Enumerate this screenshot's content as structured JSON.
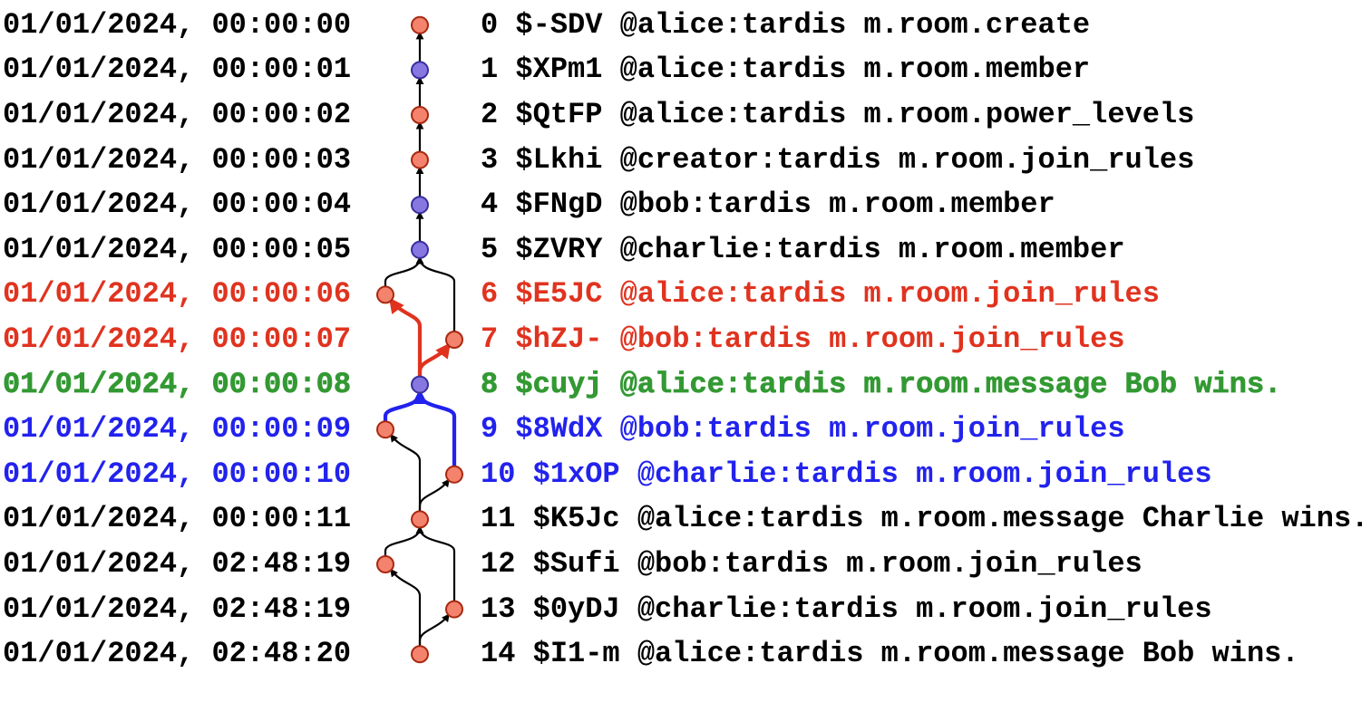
{
  "colors": {
    "black": "#000000",
    "red": "#e0331f",
    "green": "#339933",
    "blue": "#2222ee",
    "node_salmon_fill": "#f4836d",
    "node_salmon_stroke": "#a82912",
    "node_purple_fill": "#8678e0",
    "node_purple_stroke": "#3a2f9e"
  },
  "events": [
    {
      "time": "01/01/2024, 00:00:00",
      "label": "0 $-SDV @alice:tardis m.room.create",
      "color": "black",
      "bold": false,
      "node": "salmon",
      "lane": "center"
    },
    {
      "time": "01/01/2024, 00:00:01",
      "label": "1 $XPm1 @alice:tardis m.room.member",
      "color": "black",
      "bold": false,
      "node": "purple",
      "lane": "center"
    },
    {
      "time": "01/01/2024, 00:00:02",
      "label": "2 $QtFP @alice:tardis m.room.power_levels",
      "color": "black",
      "bold": false,
      "node": "salmon",
      "lane": "center"
    },
    {
      "time": "01/01/2024, 00:00:03",
      "label": "3 $Lkhi @creator:tardis m.room.join_rules",
      "color": "black",
      "bold": false,
      "node": "salmon",
      "lane": "center"
    },
    {
      "time": "01/01/2024, 00:00:04",
      "label": "4 $FNgD @bob:tardis m.room.member",
      "color": "black",
      "bold": false,
      "node": "purple",
      "lane": "center"
    },
    {
      "time": "01/01/2024, 00:00:05",
      "label": "5 $ZVRY @charlie:tardis m.room.member",
      "color": "black",
      "bold": false,
      "node": "purple",
      "lane": "center"
    },
    {
      "time": "01/01/2024, 00:00:06",
      "label": "6 $E5JC @alice:tardis m.room.join_rules",
      "color": "red",
      "bold": false,
      "node": "salmon",
      "lane": "left"
    },
    {
      "time": "01/01/2024, 00:00:07",
      "label": "7 $hZJ- @bob:tardis m.room.join_rules",
      "color": "red",
      "bold": false,
      "node": "salmon",
      "lane": "right"
    },
    {
      "time": "01/01/2024, 00:00:08",
      "label": "8 $cuyj @alice:tardis m.room.message Bob wins.",
      "color": "green",
      "bold": true,
      "node": "purple",
      "lane": "center"
    },
    {
      "time": "01/01/2024, 00:00:09",
      "label": "9 $8WdX @bob:tardis m.room.join_rules",
      "color": "blue",
      "bold": false,
      "node": "salmon",
      "lane": "left"
    },
    {
      "time": "01/01/2024, 00:00:10",
      "label": "10 $1xOP @charlie:tardis m.room.join_rules",
      "color": "blue",
      "bold": false,
      "node": "salmon",
      "lane": "right"
    },
    {
      "time": "01/01/2024, 00:00:11",
      "label": "11 $K5Jc @alice:tardis m.room.message Charlie wins.",
      "color": "black",
      "bold": false,
      "node": "salmon",
      "lane": "center"
    },
    {
      "time": "01/01/2024, 02:48:19",
      "label": "12 $Sufi @bob:tardis m.room.join_rules",
      "color": "black",
      "bold": false,
      "node": "salmon",
      "lane": "left"
    },
    {
      "time": "01/01/2024, 02:48:19",
      "label": "13 $0yDJ @charlie:tardis m.room.join_rules",
      "color": "black",
      "bold": false,
      "node": "salmon",
      "lane": "right"
    },
    {
      "time": "01/01/2024, 02:48:20",
      "label": "14 $I1-m @alice:tardis m.room.message Bob wins.",
      "color": "black",
      "bold": false,
      "node": "salmon",
      "lane": "center"
    }
  ],
  "edges": [
    {
      "from": 1,
      "to": 0,
      "color": "black",
      "thick": false
    },
    {
      "from": 2,
      "to": 1,
      "color": "black",
      "thick": false
    },
    {
      "from": 3,
      "to": 2,
      "color": "black",
      "thick": false
    },
    {
      "from": 4,
      "to": 3,
      "color": "black",
      "thick": false
    },
    {
      "from": 5,
      "to": 4,
      "color": "black",
      "thick": false
    },
    {
      "from": 6,
      "to": 5,
      "color": "black",
      "thick": false
    },
    {
      "from": 7,
      "to": 5,
      "color": "black",
      "thick": false
    },
    {
      "from": 8,
      "to": 6,
      "color": "red",
      "thick": true
    },
    {
      "from": 8,
      "to": 7,
      "color": "red",
      "thick": true
    },
    {
      "from": 9,
      "to": 8,
      "color": "blue",
      "thick": true
    },
    {
      "from": 10,
      "to": 8,
      "color": "blue",
      "thick": true
    },
    {
      "from": 11,
      "to": 9,
      "color": "black",
      "thick": false
    },
    {
      "from": 11,
      "to": 10,
      "color": "black",
      "thick": false
    },
    {
      "from": 12,
      "to": 11,
      "color": "black",
      "thick": false
    },
    {
      "from": 13,
      "to": 11,
      "color": "black",
      "thick": false
    },
    {
      "from": 14,
      "to": 12,
      "color": "black",
      "thick": false
    },
    {
      "from": 14,
      "to": 13,
      "color": "black",
      "thick": false
    }
  ]
}
